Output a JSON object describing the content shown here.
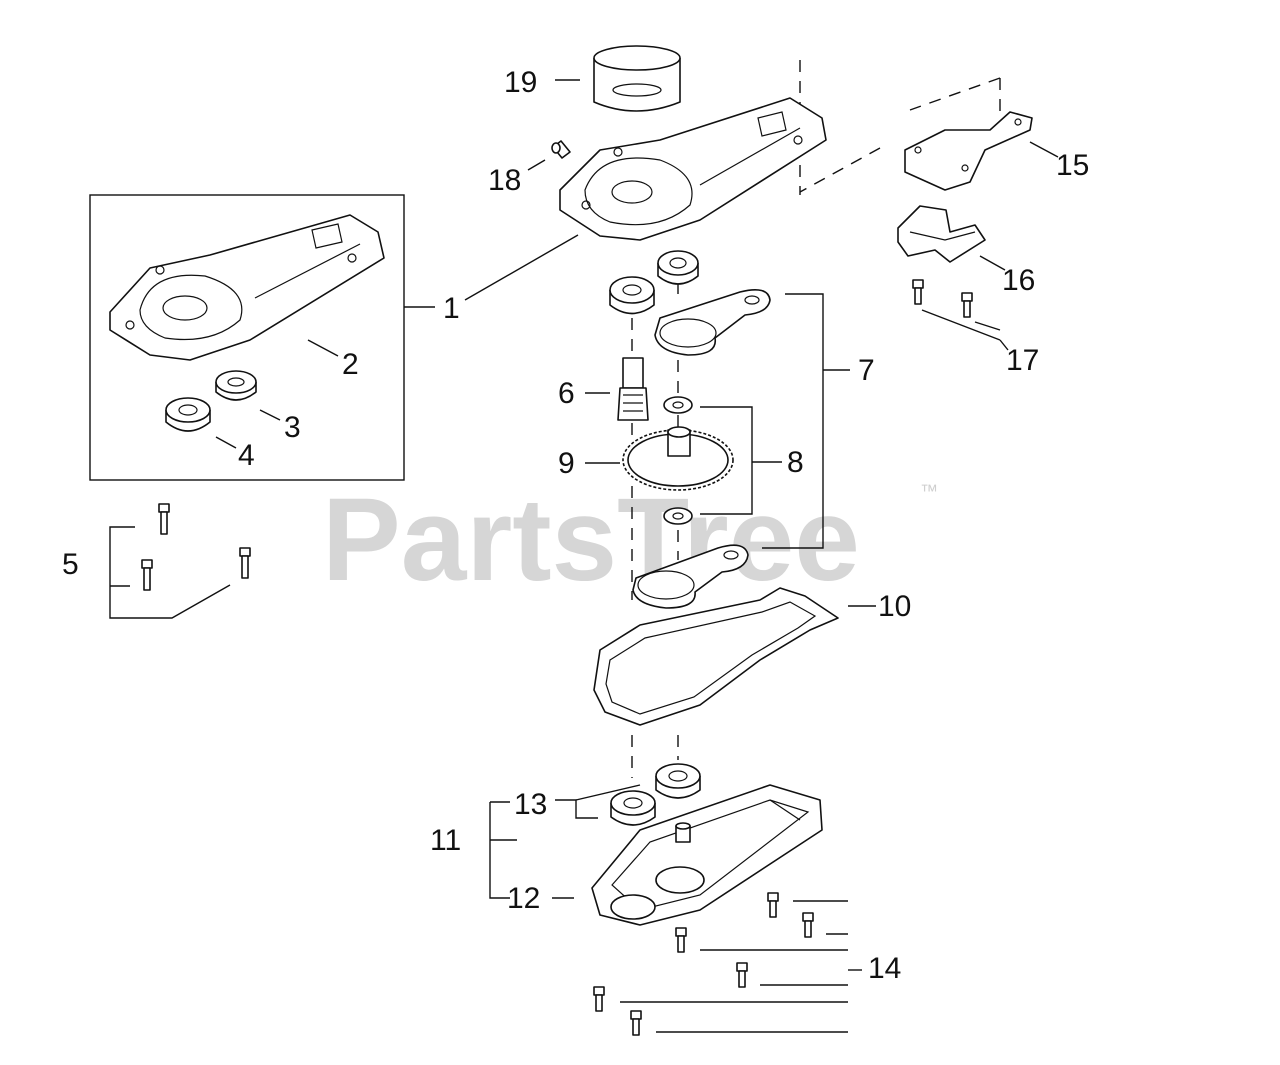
{
  "watermark": {
    "brand": "PartsTree",
    "trademark": "™"
  },
  "callouts": [
    {
      "id": "1",
      "label": "1"
    },
    {
      "id": "2",
      "label": "2"
    },
    {
      "id": "3",
      "label": "3"
    },
    {
      "id": "4",
      "label": "4"
    },
    {
      "id": "5",
      "label": "5"
    },
    {
      "id": "6",
      "label": "6"
    },
    {
      "id": "7",
      "label": "7"
    },
    {
      "id": "8",
      "label": "8"
    },
    {
      "id": "9",
      "label": "9"
    },
    {
      "id": "10",
      "label": "10"
    },
    {
      "id": "11",
      "label": "11"
    },
    {
      "id": "12",
      "label": "12"
    },
    {
      "id": "13",
      "label": "13"
    },
    {
      "id": "14",
      "label": "14"
    },
    {
      "id": "15",
      "label": "15"
    },
    {
      "id": "16",
      "label": "16"
    },
    {
      "id": "17",
      "label": "17"
    },
    {
      "id": "18",
      "label": "18"
    },
    {
      "id": "19",
      "label": "19"
    }
  ],
  "colors": {
    "line": "#111111",
    "watermark": "#d6d6d6",
    "background": "#ffffff"
  }
}
